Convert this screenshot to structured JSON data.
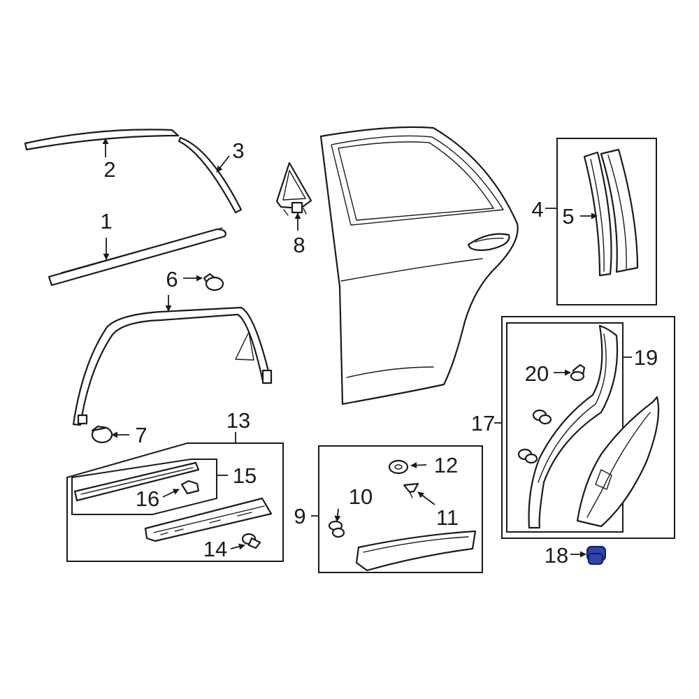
{
  "callouts": {
    "c1": "1",
    "c2": "2",
    "c3": "3",
    "c4": "4",
    "c5": "5",
    "c6": "6",
    "c7": "7",
    "c8": "8",
    "c9": "9",
    "c10": "10",
    "c11": "11",
    "c12": "12",
    "c13": "13",
    "c14": "14",
    "c15": "15",
    "c16": "16",
    "c17": "17",
    "c18": "18",
    "c19": "19",
    "c20": "20"
  },
  "colors": {
    "line": "#1a1a1a",
    "highlight_fill": "#2f45a8",
    "highlight_stroke": "#0e1a66"
  },
  "highlighted_part": "18"
}
